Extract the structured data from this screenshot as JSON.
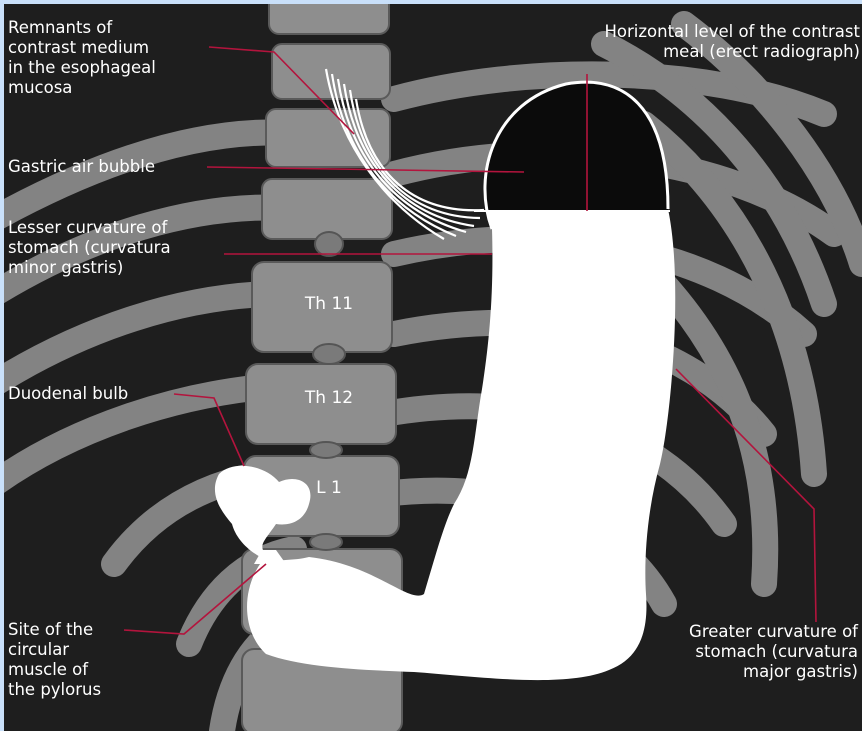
{
  "colors": {
    "background_border": "#c9e0fa",
    "radiograph_bg": "#1e1e1e",
    "bone": "#8e8e8e",
    "contrast": "#ffffff",
    "air_bubble": "#0b0b0b",
    "leader_line": "#b3143d"
  },
  "labels": {
    "remnants": "Remnants of\ncontrast medium\nin the esophageal\nmucosa",
    "gastric_air_bubble": "Gastric air bubble",
    "lesser_curvature": "Lesser curvature of\nstomach (curvatura\nminor gastris)",
    "duodenal_bulb": "Duodenal bulb",
    "pylorus": "Site of the\ncircular\nmuscle of\nthe pylorus",
    "horizontal_level": "Horizontal level of the contrast\nmeal (erect radiograph)",
    "greater_curvature": "Greater curvature of\nstomach (curvatura\nmajor gastris)"
  },
  "vertebrae": {
    "th11": "Th 11",
    "th12": "Th 12",
    "l1": "L 1"
  }
}
